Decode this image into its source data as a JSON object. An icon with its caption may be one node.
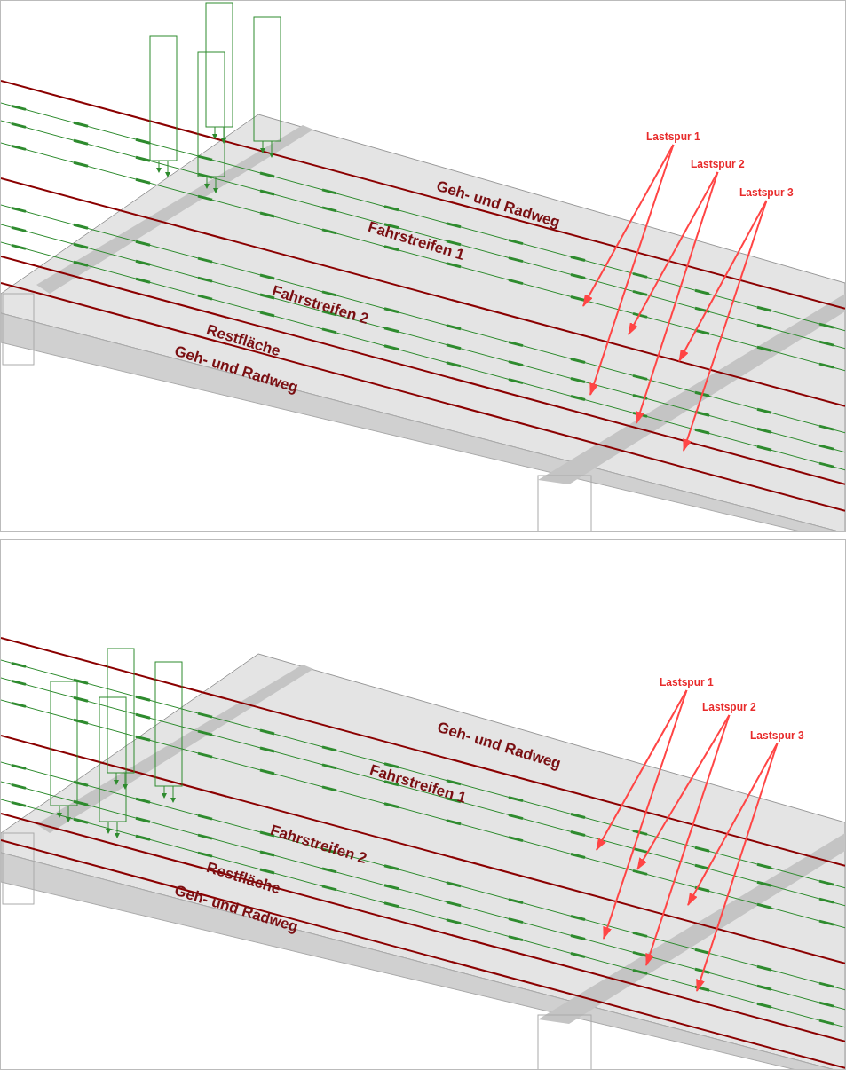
{
  "diagram": {
    "nodes": [
      {
        "text": [
          "Lastspur 1"
        ]
      },
      {
        "text": [
          "Lastspur 2"
        ]
      },
      {
        "text": [
          "Lastspur 3"
        ]
      },
      {
        "text": [
          "Lastspur 1"
        ]
      },
      {
        "text": [
          "Lastspur 2"
        ]
      },
      {
        "text": [
          "Lastspur 3"
        ]
      }
    ],
    "edges": [
      {
        "from": 0,
        "to": null,
        "arrow": "to"
      },
      {
        "from": 0,
        "to": null,
        "arrow": "to"
      },
      {
        "from": 1,
        "to": null,
        "arrow": "to"
      },
      {
        "from": 1,
        "to": null,
        "arrow": "to"
      },
      {
        "from": 2,
        "to": null,
        "arrow": "to"
      },
      {
        "from": 2,
        "to": null,
        "arrow": "to"
      },
      {
        "from": 3,
        "to": null,
        "arrow": "to"
      },
      {
        "from": 3,
        "to": null,
        "arrow": "to"
      },
      {
        "from": 4,
        "to": null,
        "arrow": "to"
      },
      {
        "from": 4,
        "to": null,
        "arrow": "to"
      },
      {
        "from": 5,
        "to": null,
        "arrow": "to"
      },
      {
        "from": 5,
        "to": null,
        "arrow": "to"
      }
    ],
    "labels": [
      "Geh- und Radweg",
      "Fahrstreifen 1",
      "Fahrstreifen 2",
      "Restfläche",
      "Geh- und Radweg",
      "Geh- und Radweg",
      "Fahrstreifen 1",
      "Fahrstreifen 2",
      "Restfläche",
      "Geh- und Radweg"
    ]
  }
}
